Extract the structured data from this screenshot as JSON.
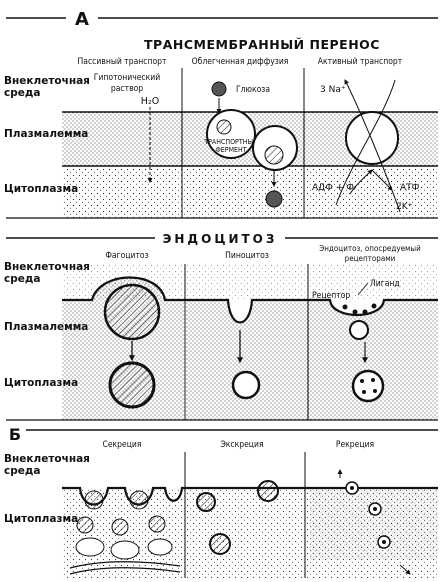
{
  "section_a": {
    "letter": "А",
    "title": "ТРАНСМЕМБРАННЫЙ ПЕРЕНОС",
    "columns": [
      "Пассивный транспорт",
      "Облегченная диффузия",
      "Активный транспорт"
    ],
    "left_labels": [
      "Внеклеточная",
      "среда",
      "Плазмалемма",
      "Цитоплазма"
    ],
    "hypotonic": [
      "Гипотонический",
      "раствор"
    ],
    "water": "H₂O",
    "glucose": "Глюкоза",
    "transporter": [
      "ТРАНСПОРТНЫЙ",
      "ФЕРМЕНТ"
    ],
    "na_label": "3 Na⁺",
    "adp_label": "АДФ + Фᵢ",
    "atp_label": "АТФ",
    "k_label": "2K⁺"
  },
  "section_endo": {
    "title": "ЭНДОЦИТОЗ",
    "columns": [
      "Фагоцитоз",
      "Пиноцитоз",
      "Эндоцитоз, опосредуемый",
      "рецепторами"
    ],
    "left_labels": [
      "Внеклеточная",
      "среда",
      "Плазмалемма",
      "Цитоплазма"
    ],
    "ligand": "Лиганд",
    "receptor": "Рецептор"
  },
  "section_b": {
    "letter": "Б",
    "columns": [
      "Секреция",
      "Экскреция",
      "Рекреция"
    ],
    "left_labels": [
      "Внеклеточная",
      "среда",
      "Цитоплазма"
    ]
  },
  "colors": {
    "ink": "#111111",
    "paper": "#ffffff"
  }
}
